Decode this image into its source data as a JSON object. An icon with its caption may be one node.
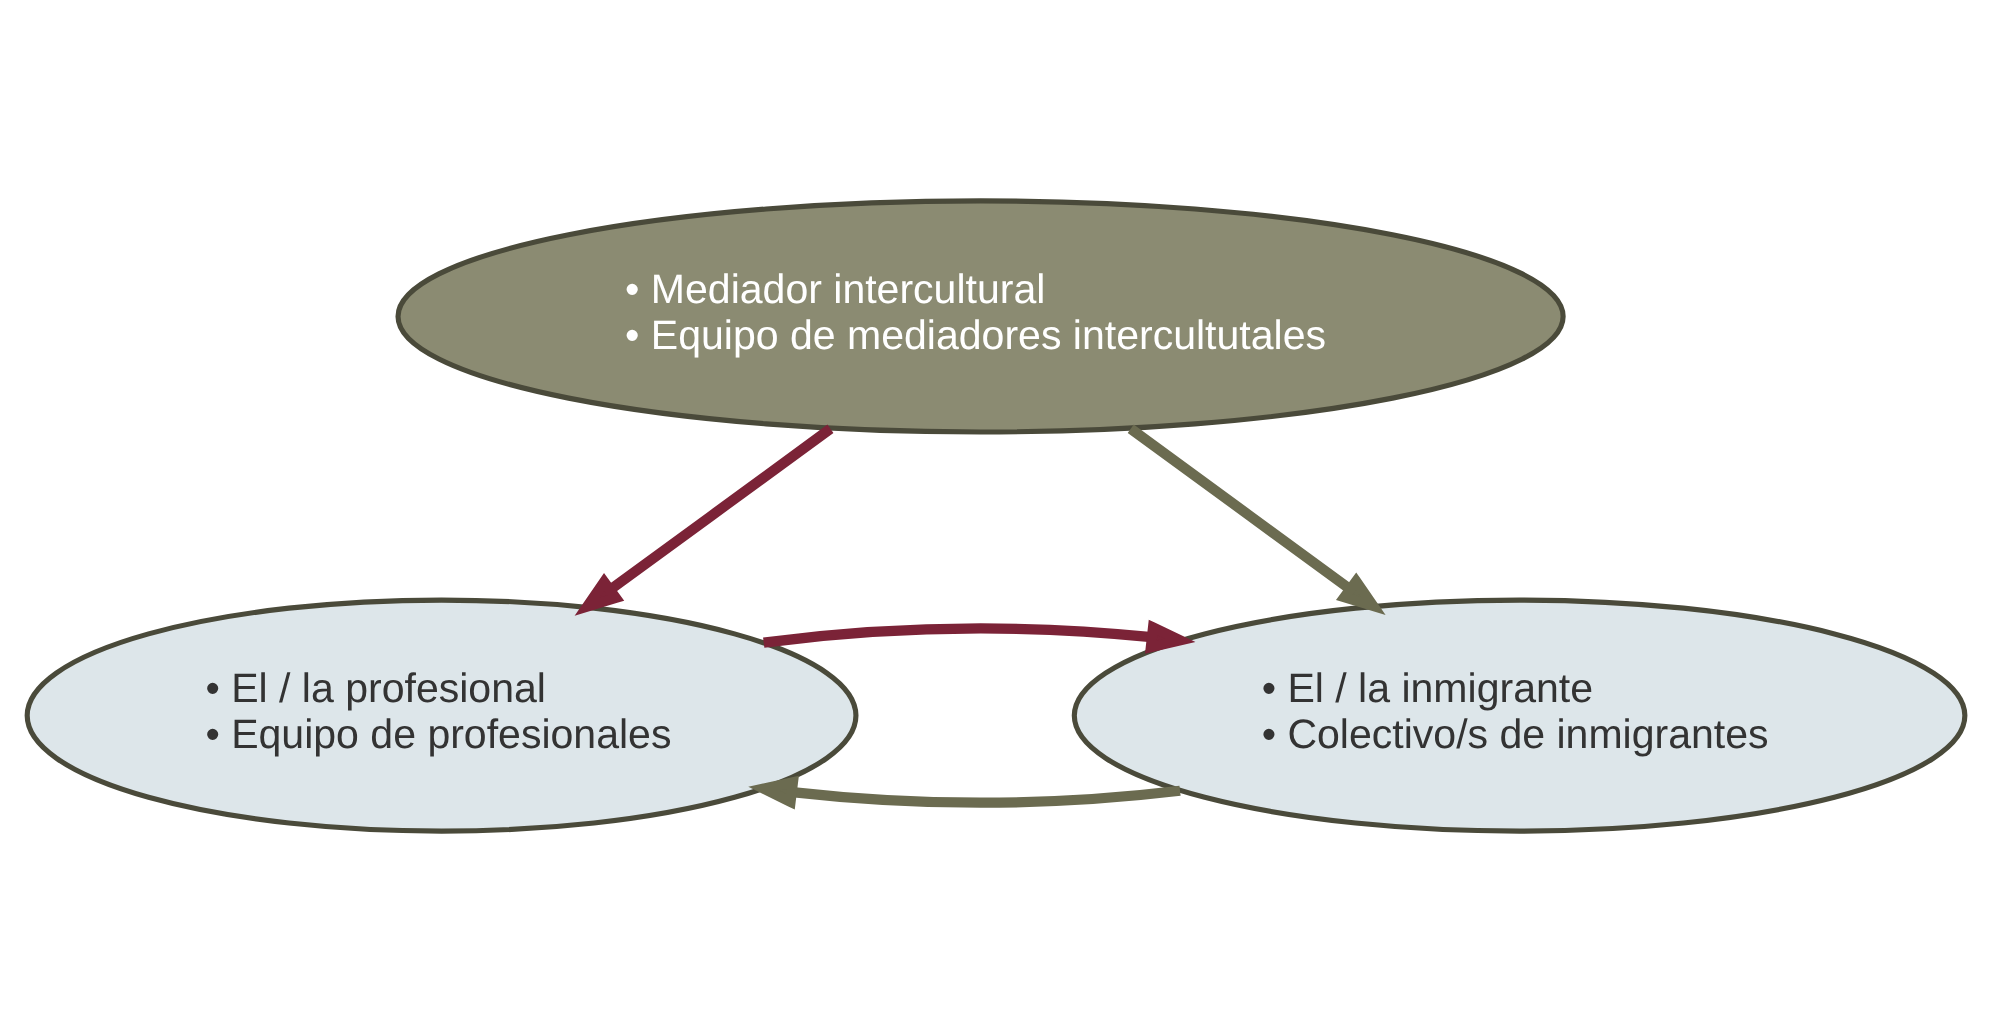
{
  "diagram": {
    "nodes": [
      {
        "text": [
          "• Mediador intercultural",
          "• Equipo de mediadores intercultutales"
        ]
      },
      {
        "text": [
          "• El / la profesional",
          "• Equipo de profesionales"
        ]
      },
      {
        "text": [
          "• El / la inmigrante",
          "• Colectivo/s de inmigrantes"
        ]
      }
    ],
    "edges": [
      {
        "from": 0,
        "to": 1,
        "arrow": "to",
        "color": "#7b2337"
      },
      {
        "from": 0,
        "to": 2,
        "arrow": "to",
        "color": "#6b6b50"
      },
      {
        "from": 2,
        "to": 1,
        "arrow": "to",
        "color": "#6b6b50"
      },
      {
        "from": 1,
        "to": 2,
        "arrow": "to",
        "color": "#7b2337"
      }
    ]
  }
}
